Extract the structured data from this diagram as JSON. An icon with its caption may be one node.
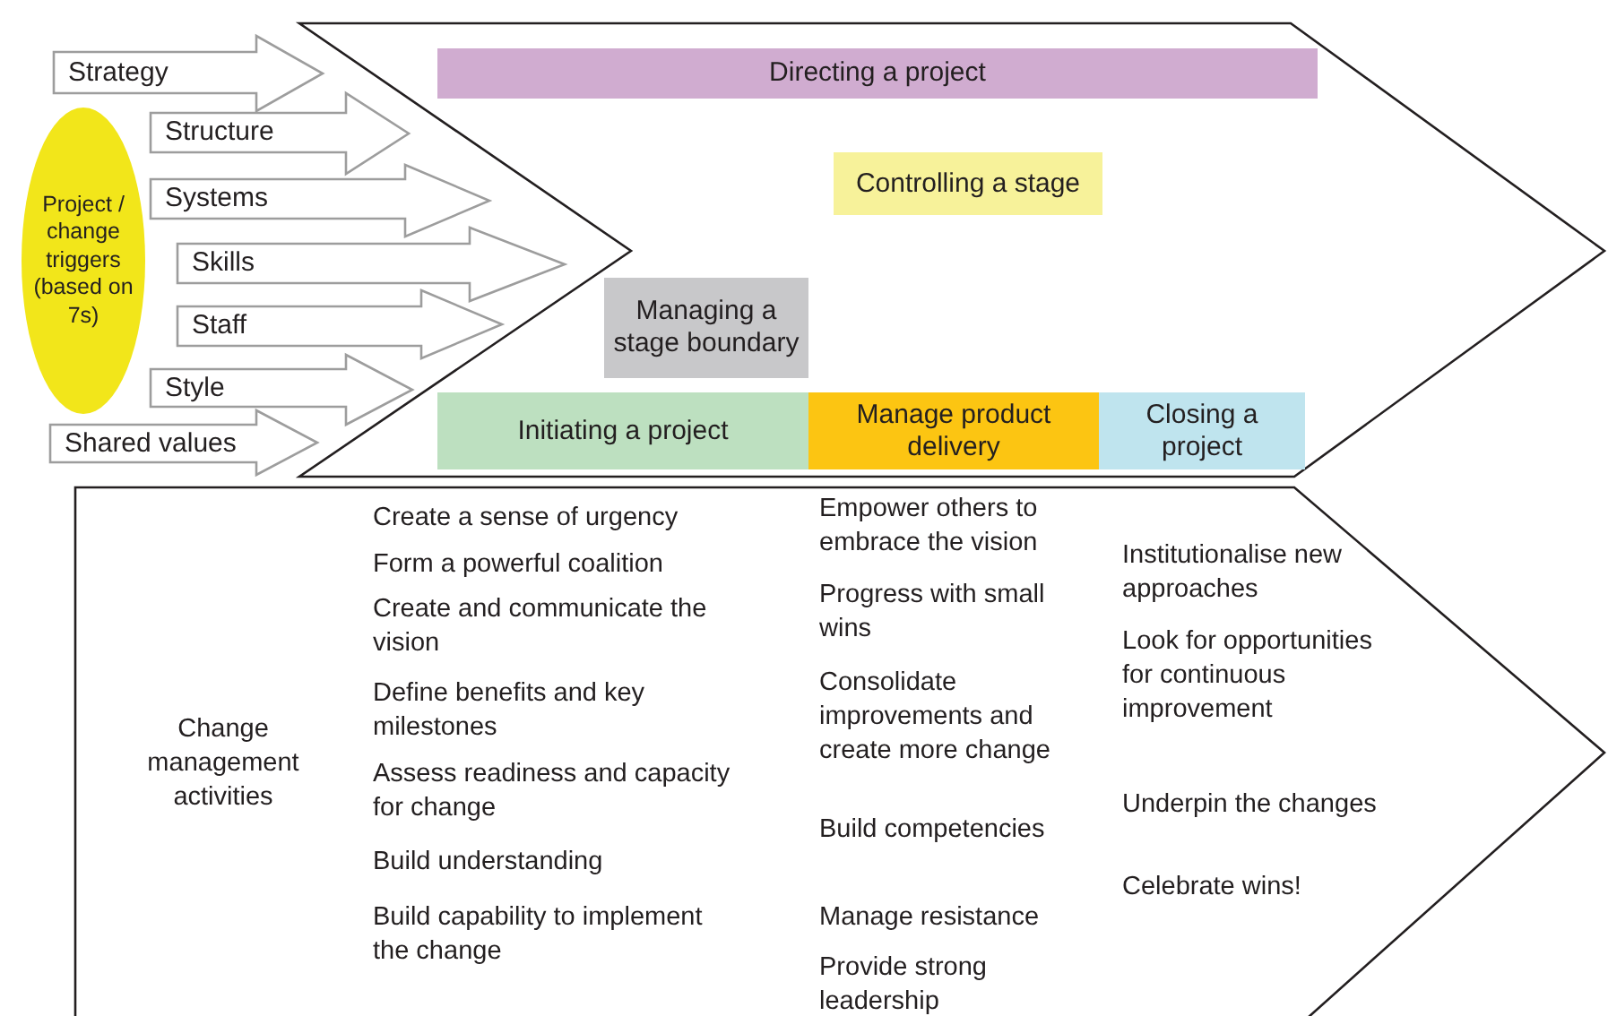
{
  "diagram": {
    "nodes": [
      {
        "text": [
          "Project / change triggers (based on 7s)"
        ]
      },
      {
        "text": [
          "Strategy"
        ]
      },
      {
        "text": [
          "Structure"
        ]
      },
      {
        "text": [
          "Systems"
        ]
      },
      {
        "text": [
          "Skills"
        ]
      },
      {
        "text": [
          "Staff"
        ]
      },
      {
        "text": [
          "Style"
        ]
      },
      {
        "text": [
          "Shared values"
        ]
      },
      {
        "text": [],
        "shape": "chevron"
      },
      {
        "text": [
          "Directing a project"
        ],
        "in": 8
      },
      {
        "text": [
          "Controlling a stage"
        ],
        "in": 8
      },
      {
        "text": [
          "Managing a stage boundary"
        ],
        "in": 8
      },
      {
        "text": [
          "Initiating a project"
        ],
        "in": 8
      },
      {
        "text": [
          "Manage product delivery"
        ],
        "in": 8
      },
      {
        "text": [
          "Closing a project"
        ],
        "in": 8
      },
      {
        "text": [],
        "shape": "chevron"
      }
    ],
    "labels": [
      "Change management activities",
      "Create a sense of urgency",
      "Form a powerful coalition",
      "Create and communicate the vision",
      "Define benefits and key milestones",
      "Assess readiness and capacity for change",
      "Build understanding",
      "Build capability to implement the change",
      "Empower others to embrace the vision",
      "Progress with small wins",
      "Consolidate improvements and create more change",
      "Build competencies",
      "Manage resistance",
      "Provide strong leadership",
      "Institutionalise new approaches",
      "Look for opportunities for continuous improvement",
      "Underpin the changes",
      "Celebrate wins!"
    ]
  }
}
